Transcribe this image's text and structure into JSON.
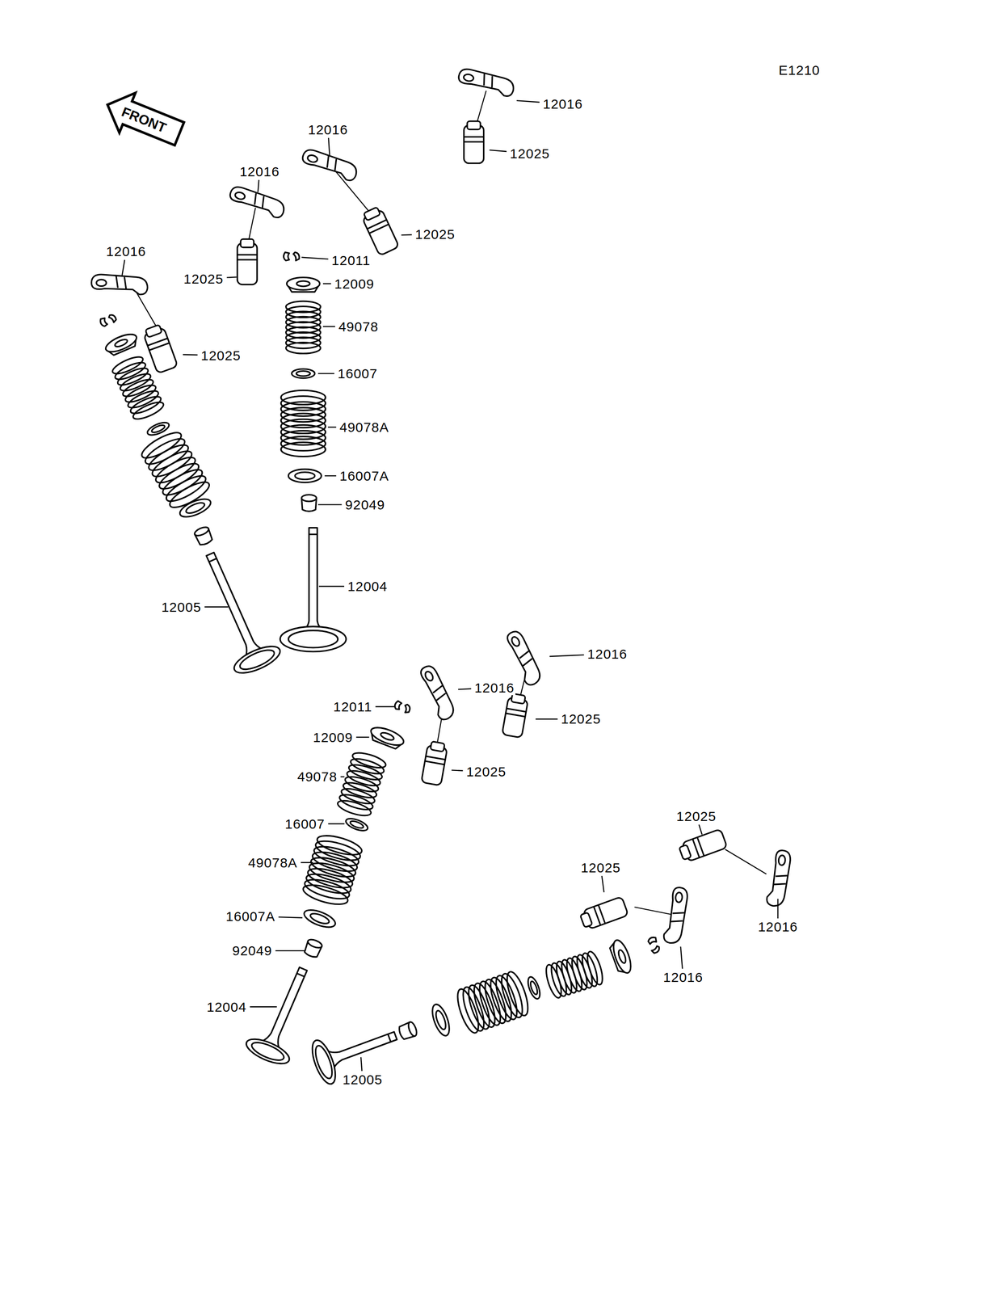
{
  "diagram": {
    "labels": [
      "E1210",
      "FRONT",
      "12016",
      "12025",
      "12016",
      "12016",
      "12025",
      "12011",
      "12025",
      "12009",
      "12016",
      "12025",
      "49078",
      "16007",
      "49078A",
      "16007A",
      "92049",
      "12004",
      "12005",
      "12016",
      "12016",
      "12011",
      "12025",
      "12009",
      "12025",
      "49078",
      "16007",
      "49078A",
      "16007A",
      "92049",
      "12025",
      "12025",
      "12016",
      "12016",
      "12004",
      "12005"
    ]
  }
}
